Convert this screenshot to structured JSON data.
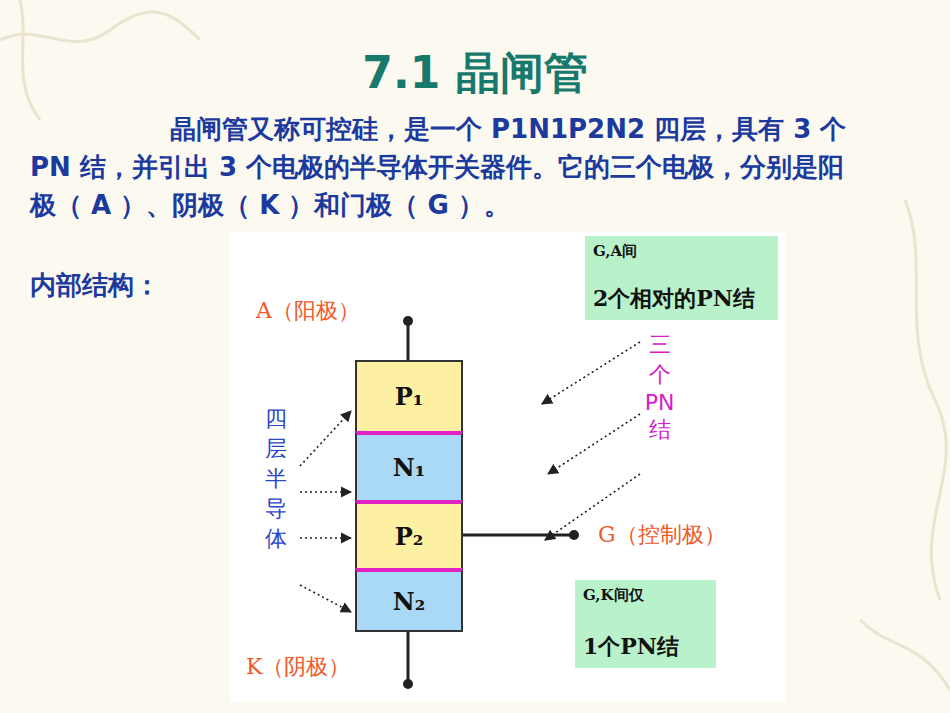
{
  "diagram": {
    "title": "7.1 晶闸管",
    "nodes": [
      {
        "text": [
          "P₁"
        ]
      },
      {
        "text": [
          "N₁"
        ]
      },
      {
        "text": [
          "P₂"
        ]
      },
      {
        "text": [
          "N₂"
        ]
      },
      {
        "text": [
          "G,A间",
          "2个相对的PN结"
        ]
      },
      {
        "text": [
          "G,K间仅",
          "1个PN结"
        ]
      }
    ],
    "labels": [
      "晶闸管又称可控硅，是一个 P1N1P2N2 四层，具有 3 个 PN 结，并引出 3 个电极的半导体开关器件。它的三个电极，分别是阳极（ A ）、阴极（ K ）和门极（ G ）。",
      "内部结构：",
      "A（阳极）",
      "四层半导体",
      "三个PN结",
      "G（控制极）",
      "K（阴极）"
    ]
  }
}
